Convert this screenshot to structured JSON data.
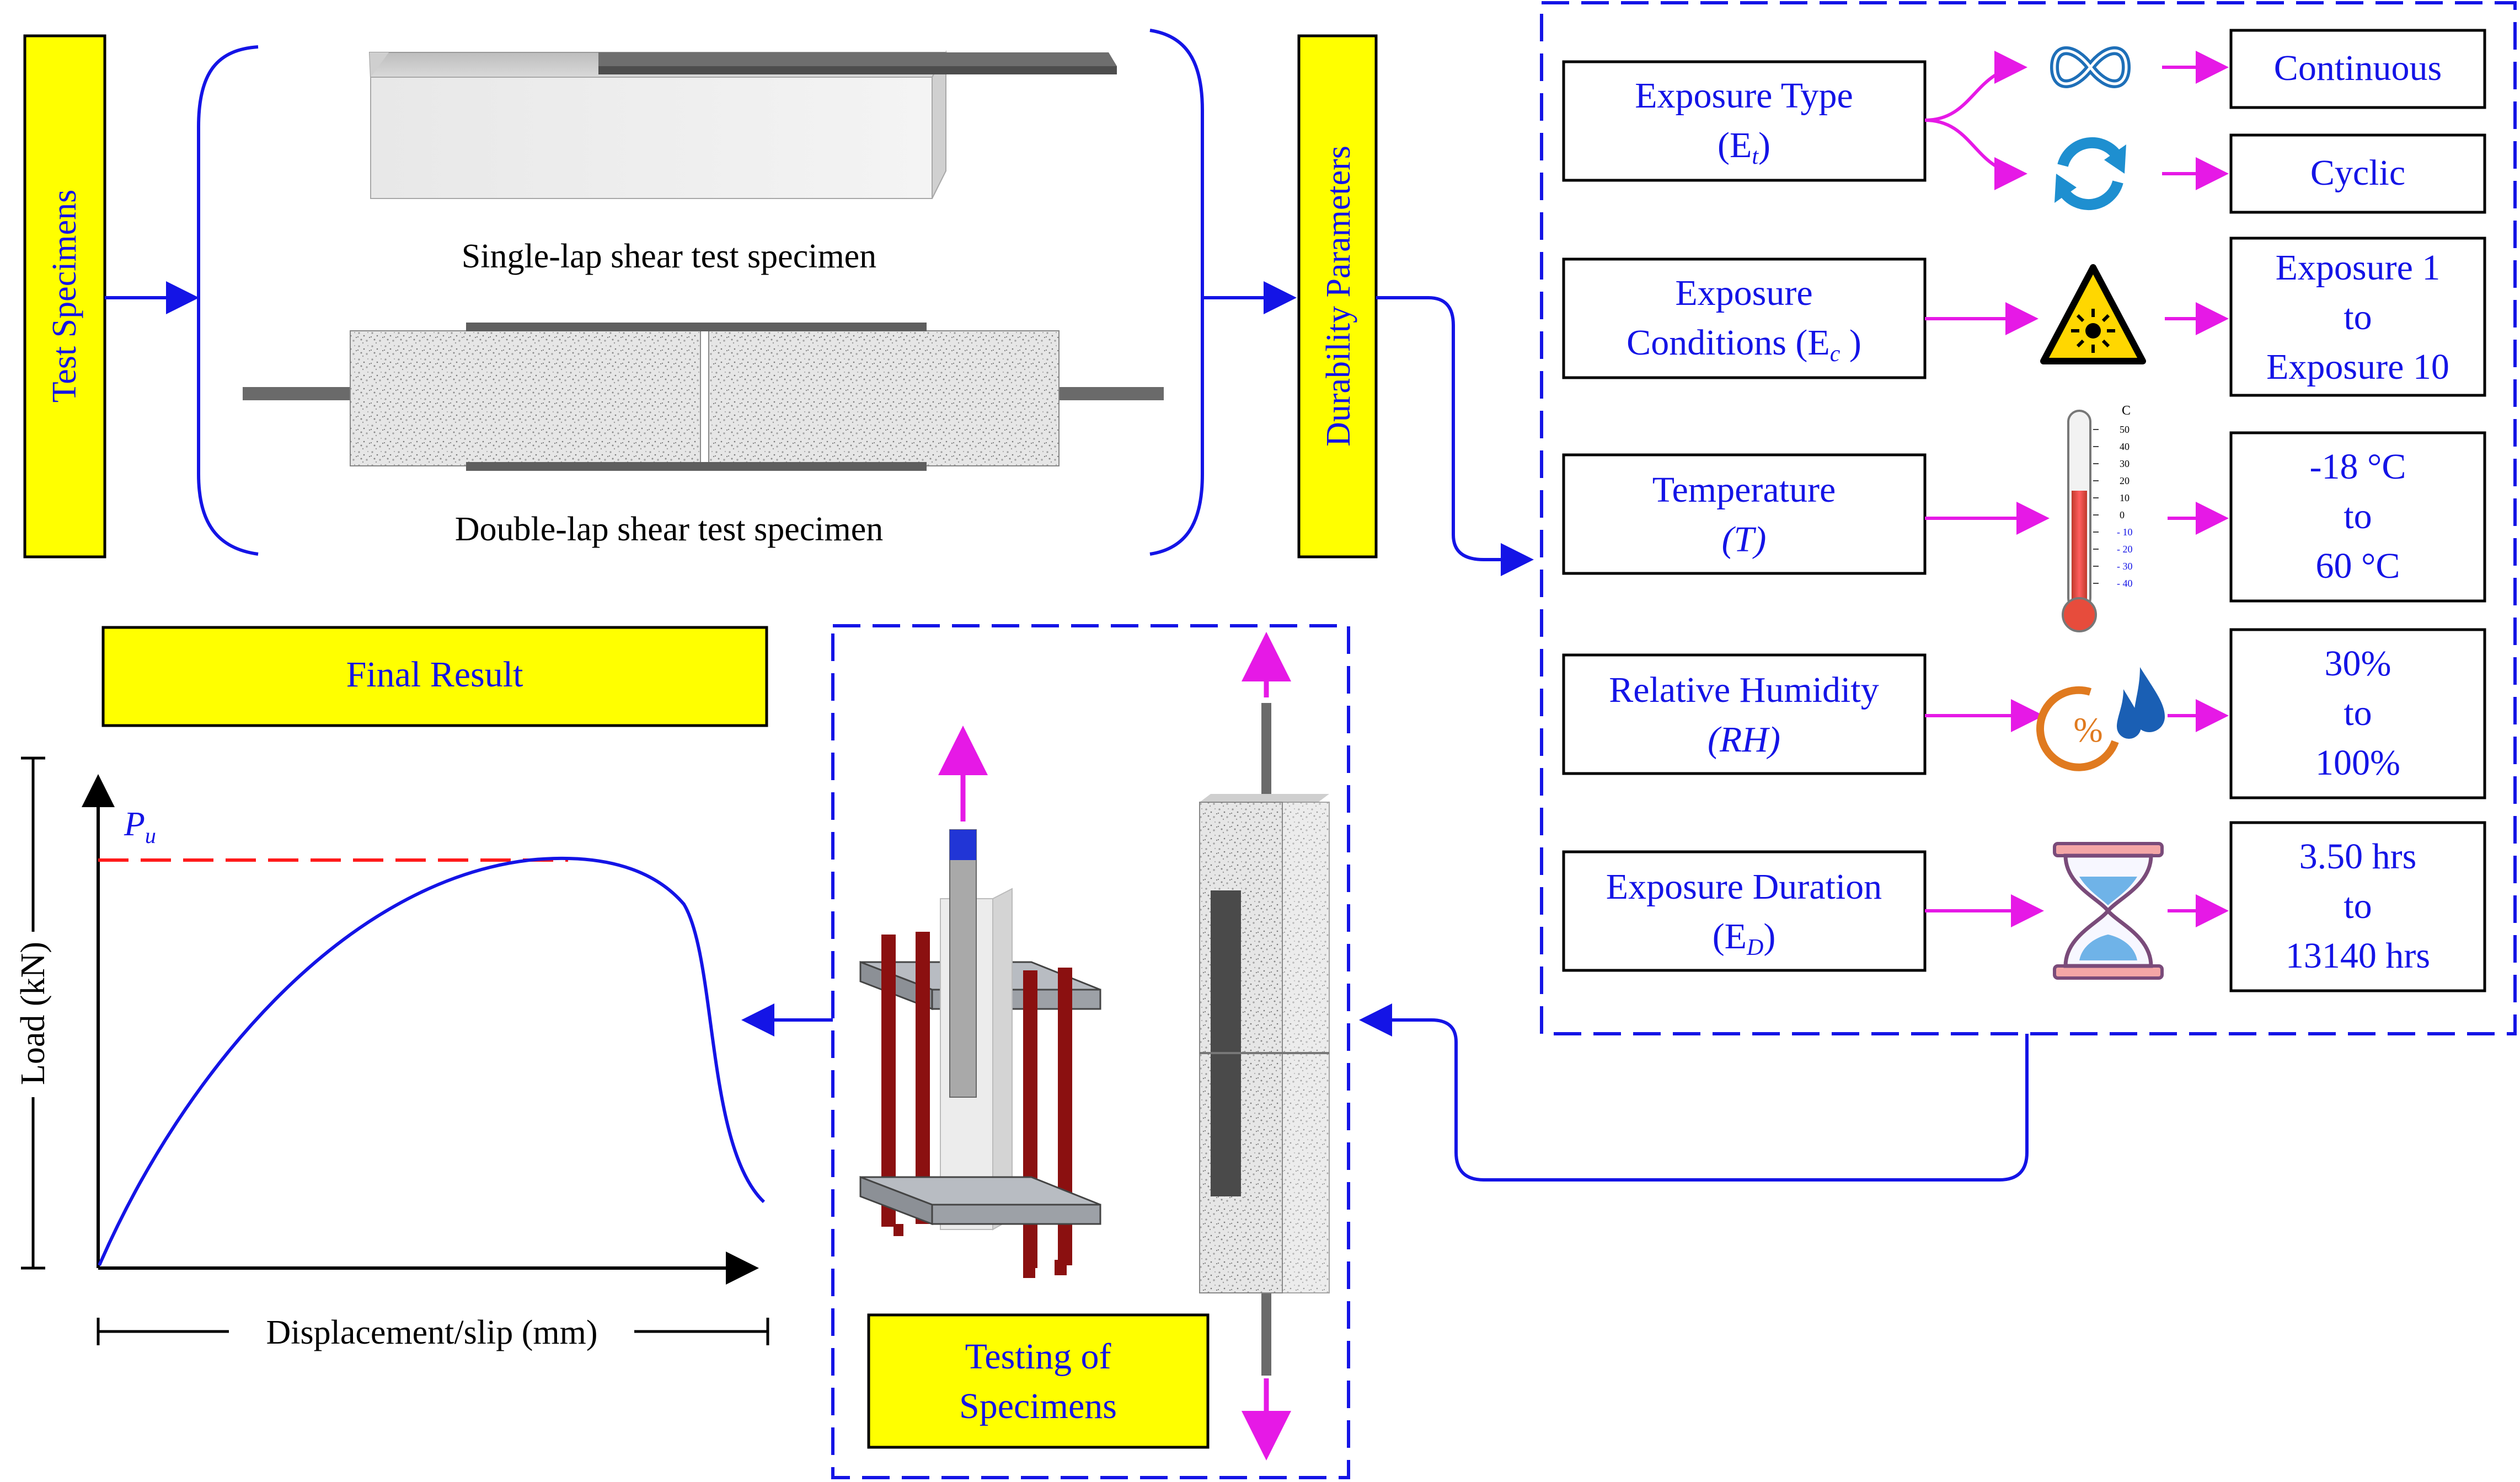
{
  "colors": {
    "blue": "#1414e6",
    "magenta": "#e619e6",
    "yellow": "#ffff00",
    "black": "#000000",
    "red_dash": "#ff1a1a",
    "steel_rod": "#8b1010"
  },
  "left": {
    "test_specimens": "Test Specimens",
    "single_lap": "Single-lap shear test specimen",
    "double_lap": "Double-lap shear test specimen",
    "durability": "Durability Parameters"
  },
  "parameters": [
    {
      "name_l1": "Exposure Type",
      "name_l2": "(E",
      "name_sub": "t",
      "name_close": ")",
      "icon": "infinity-icon",
      "icon2": "cycle-icon"
    },
    {
      "name_l1": "Exposure",
      "name_l2": "Conditions (E",
      "name_sub": "c",
      "name_close": " )",
      "icon": "radiation-warning-icon"
    },
    {
      "name_l1": "Temperature",
      "name_l2": "(T)",
      "icon": "thermometer-icon"
    },
    {
      "name_l1": "Relative Humidity",
      "name_l2": "(RH)",
      "icon": "humidity-icon"
    },
    {
      "name_l1": "Exposure Duration",
      "name_l2": "(E",
      "name_sub": "D",
      "name_close": ")",
      "icon": "hourglass-icon"
    }
  ],
  "values": {
    "continuous": "Continuous",
    "cyclic": "Cyclic",
    "exposure_l1": "Exposure 1",
    "exposure_l2": "to",
    "exposure_l3": "Exposure 10",
    "temp_l1": "-18 °C",
    "temp_l2": "to",
    "temp_l3": "60 °C",
    "rh_l1": "30%",
    "rh_l2": "to",
    "rh_l3": "100%",
    "dur_l1": "3.50 hrs",
    "dur_l2": "to",
    "dur_l3": "13140 hrs"
  },
  "thermometer": {
    "unit": "C",
    "ticks": [
      "50",
      "40",
      "30",
      "20",
      "10",
      "0",
      "- 10",
      "- 20",
      "- 30",
      "- 40"
    ]
  },
  "humidity_symbol": "%",
  "testing": {
    "line1": "Testing of",
    "line2": "Specimens"
  },
  "result": {
    "title": "Final Result",
    "y_label": "Load (kN)",
    "x_label": "Displacement/slip (mm)",
    "pu_main": "P",
    "pu_sub": "u"
  }
}
